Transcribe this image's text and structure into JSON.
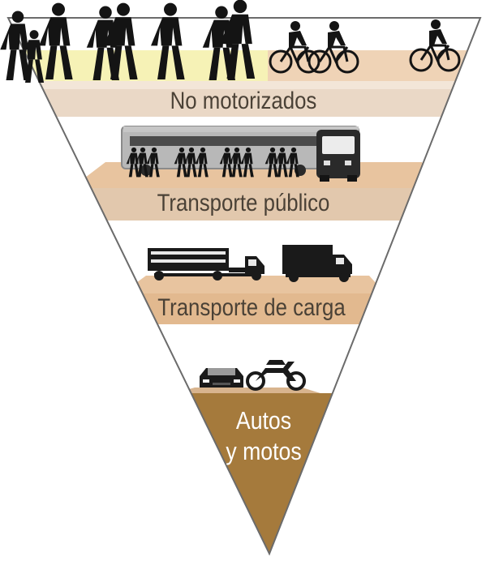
{
  "pyramid": {
    "tiers": [
      {
        "id": "non-motorized",
        "label": "No motorizados",
        "icons": [
          "pedestrian-icon",
          "bicycle-icon"
        ]
      },
      {
        "id": "public-transport",
        "label": "Transporte público",
        "icons": [
          "bus-icon",
          "pedestrian-icon"
        ]
      },
      {
        "id": "freight",
        "label": "Transporte de carga",
        "icons": [
          "truck-icon"
        ]
      },
      {
        "id": "cars-motos",
        "label_line1": "Autos",
        "label_line2": "y motos",
        "icons": [
          "car-icon",
          "motorcycle-icon"
        ]
      }
    ]
  },
  "colors": {
    "band_light": "#ead8c6",
    "band_mid": "#e2b98f",
    "apex": "#a57a3c",
    "path_yellow": "#f6f2b6",
    "label_text": "#4a4136",
    "apex_text": "#ffffff",
    "outline": "#6b6b6b",
    "silhouette": "#141414"
  }
}
